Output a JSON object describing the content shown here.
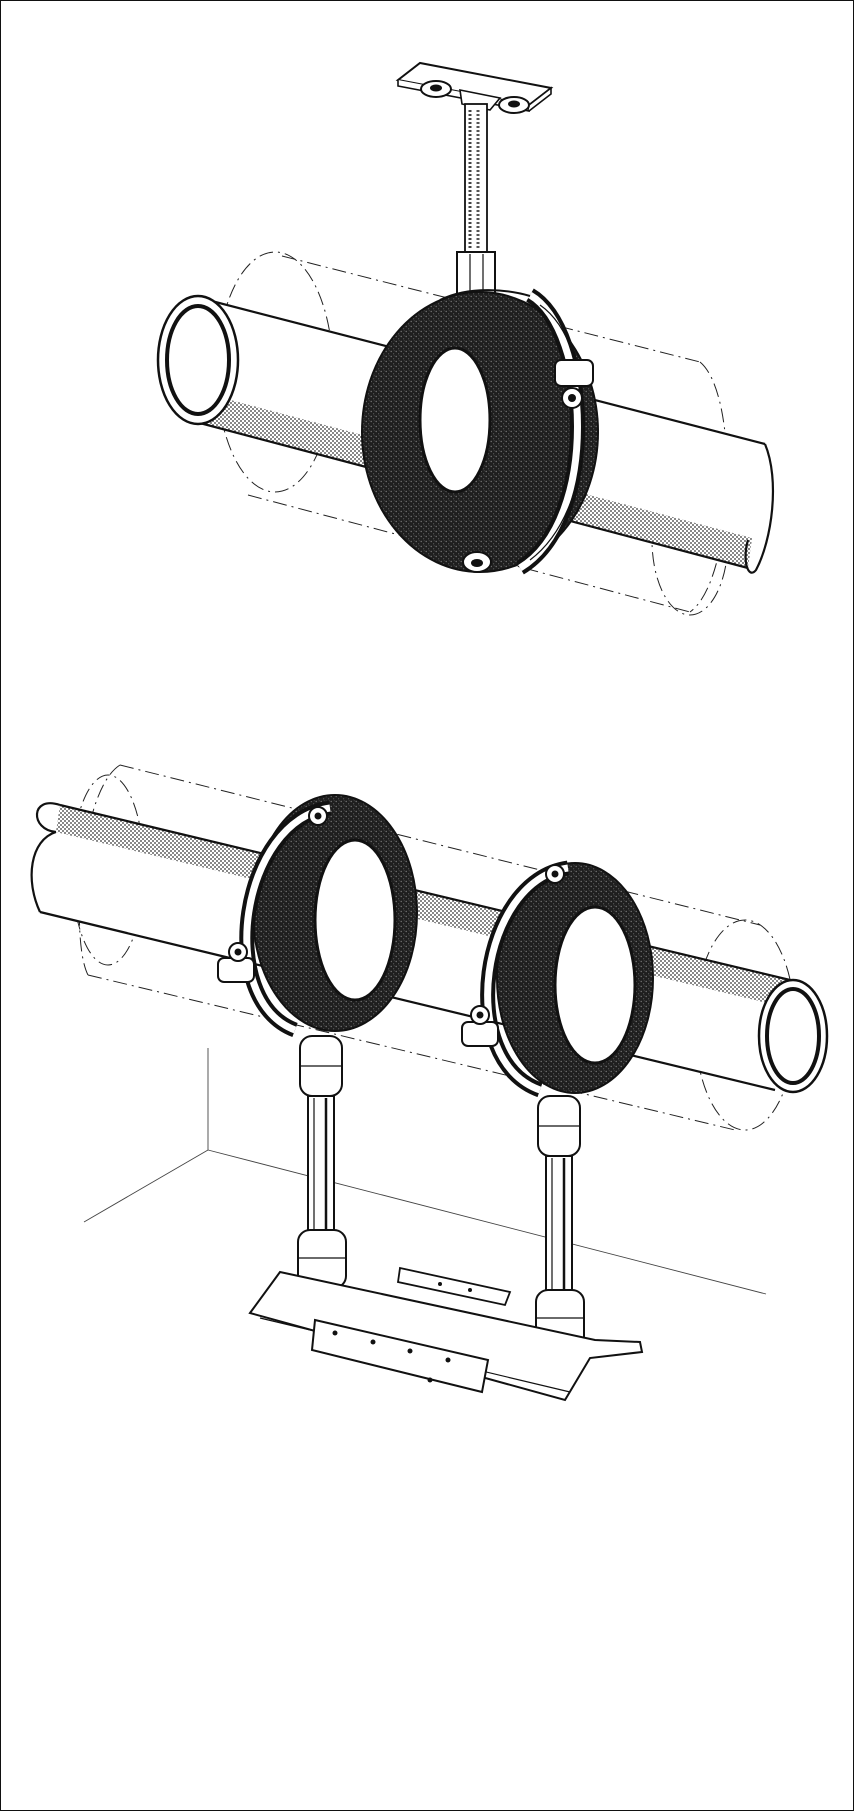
{
  "illustrations": [
    {
      "id": "ceiling-hung-pipe-clamp",
      "parts": [
        "ceiling-mounting-plate",
        "threaded-rod",
        "pipe-clamp-with-insulation-ring",
        "pipe",
        "insulation-outline"
      ]
    },
    {
      "id": "floor-standing-pipe-clamps",
      "parts": [
        "pipe-clamp-with-insulation-ring",
        "pipe-clamp-with-insulation-ring",
        "support-post",
        "support-post",
        "base-rail",
        "pipe",
        "insulation-outline",
        "wall-corner-lines"
      ]
    }
  ],
  "colors": {
    "background": "#ffffff",
    "line": "#111111",
    "insulation": "#1e1e1e",
    "pipe_shade": "#8c8c8c"
  }
}
